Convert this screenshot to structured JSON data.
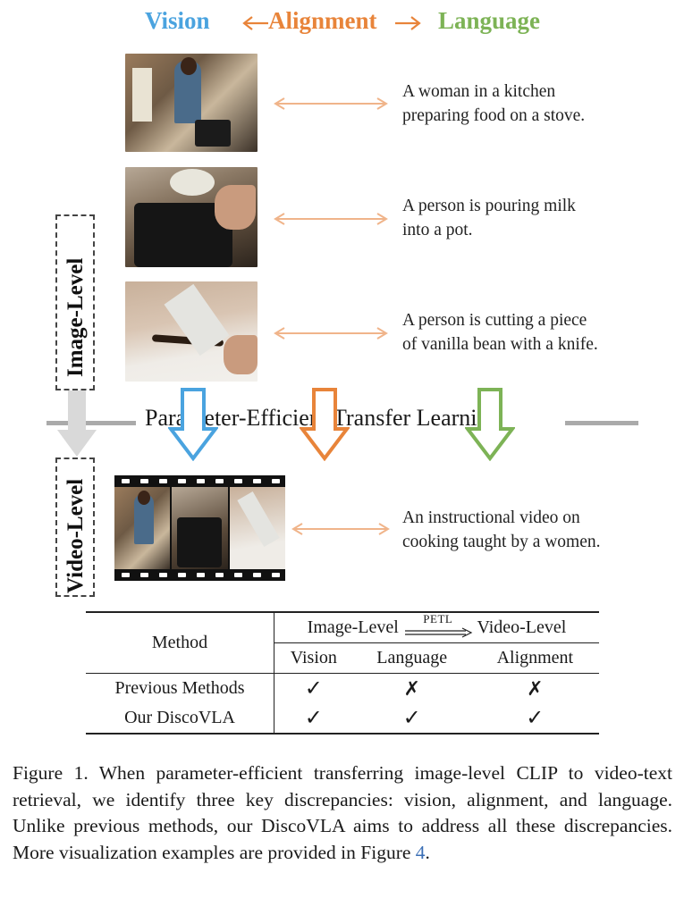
{
  "figure": {
    "header": {
      "vision": "Vision",
      "alignment": "Alignment",
      "language": "Language"
    },
    "image_level_label": "Image-Level",
    "video_level_label": "Video-Level",
    "petl_label": "Parameter-Efficient Transfer Learning",
    "colors": {
      "vision": "#4aa3df",
      "alignment": "#e8843a",
      "language": "#7db356",
      "row_arrow": "#f0b48a",
      "petl_line": "#aaaaaa"
    },
    "image_rows": [
      {
        "image": "kitchen-woman-stove-photo",
        "caption_lines": [
          "A woman in a kitchen",
          "preparing food on a stove."
        ]
      },
      {
        "image": "pouring-milk-pot-photo",
        "caption_lines": [
          "A person is pouring milk",
          "into a pot."
        ]
      },
      {
        "image": "cutting-vanilla-bean-photo",
        "caption_lines": [
          "A person is cutting a piece",
          "of vanilla bean with a knife."
        ]
      }
    ],
    "video_row": {
      "image": "cooking-video-filmstrip",
      "caption_lines": [
        "An instructional video on",
        "cooking taught by a women."
      ]
    }
  },
  "table": {
    "method_header": "Method",
    "image_level": "Image-Level",
    "petl": "PETL",
    "video_level": "Video-Level",
    "sub_headers": [
      "Vision",
      "Language",
      "Alignment"
    ],
    "rows": [
      {
        "method": "Previous Methods",
        "values": [
          "✓",
          "✗",
          "✗"
        ]
      },
      {
        "method": "Our DiscoVLA",
        "values": [
          "✓",
          "✓",
          "✓"
        ]
      }
    ]
  },
  "caption": {
    "text_before_ref": "Figure 1. When parameter-efficient transferring image-level CLIP to video-text retrieval, we identify three key discrepancies: vision, alignment, and language. Unlike previous methods, our DiscoVLA aims to address all these discrepancies. More visualization examples are provided in Figure ",
    "ref": "4",
    "text_after_ref": "."
  }
}
